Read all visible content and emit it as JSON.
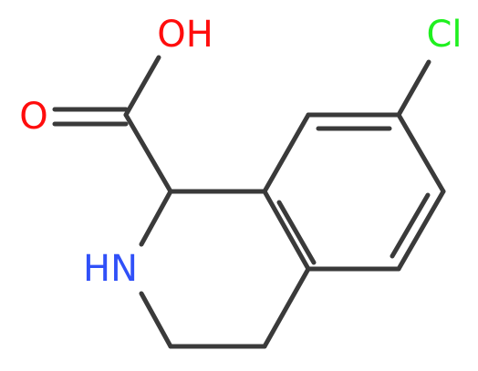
{
  "structure": {
    "atoms": {
      "hydroxyl": {
        "text": "OH",
        "color": "#ff0d0d"
      },
      "carbonyl_oxygen": {
        "text": "O",
        "color": "#ff0d0d"
      },
      "amine": {
        "text": "HN",
        "color": "#3050f8"
      },
      "chlorine": {
        "text": "Cl",
        "color": "#1ff01f"
      }
    },
    "bond_color": "#3a3a3a"
  }
}
